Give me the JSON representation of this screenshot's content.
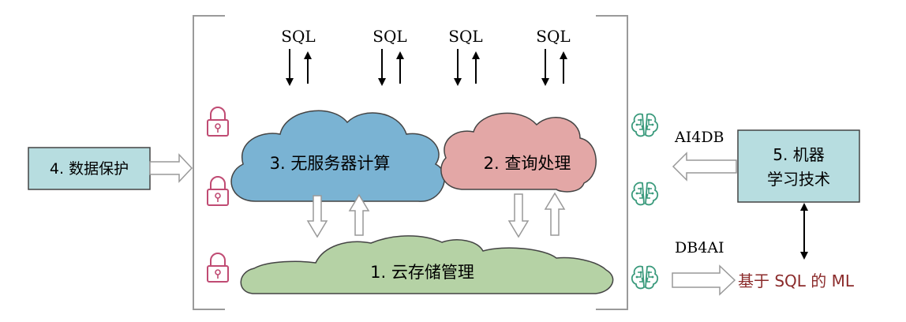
{
  "sql_label": "SQL",
  "clouds": {
    "serverless": "3. 无服务器计算",
    "query": "2. 查询处理",
    "storage": "1. 云存储管理"
  },
  "boxes": {
    "protection": "4. 数据保护",
    "ml_line1": "5. 机器",
    "ml_line2": "学习技术"
  },
  "labels": {
    "ai4db": "AI4DB",
    "db4ai": "DB4AI",
    "sql_ml": "基于 SQL 的 ML"
  },
  "colors": {
    "serverless_cloud": "#7ab3d3",
    "query_cloud": "#e3a7a6",
    "storage_cloud": "#b5d2a5",
    "box_fill": "#b7dde0",
    "lock": "#c04b73",
    "brain": "#3a9a7c",
    "sql_ml_text": "#8b2b2b"
  },
  "icons": {
    "lock": "lock-icon",
    "brain": "brain-icon"
  }
}
